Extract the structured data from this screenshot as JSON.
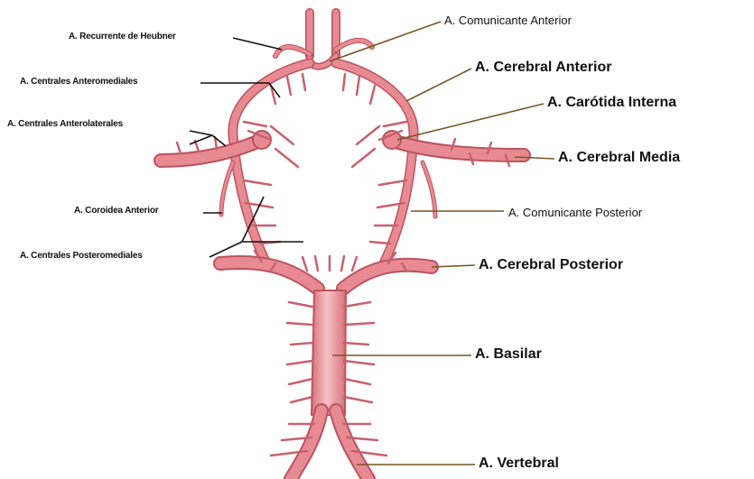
{
  "diagram": {
    "labels": {
      "recurrente_heubner": "A. Recurrente de Heubner",
      "centrales_anteromediales": "A. Centrales Anteromediales",
      "centrales_anterolaterales": "A. Centrales Anterolaterales",
      "coroidea_anterior": "A. Coroidea Anterior",
      "centrales_posteromediales": "A. Centrales Posteromediales",
      "comunicante_anterior": "A. Comunicante Anterior",
      "cerebral_anterior": "A. Cerebral Anterior",
      "carotida_interna": "A. Carótida Interna",
      "cerebral_media": "A. Cerebral Media",
      "comunicante_posterior": "A. Comunicante Posterior",
      "cerebral_posterior": "A. Cerebral Posterior",
      "basilar": "A. Basilar",
      "vertebral": "A. Vertebral"
    },
    "colors": {
      "artery_fill": "#e88a92",
      "artery_stroke": "#b9545f",
      "artery_highlight": "#f6c2c6",
      "leader_black": "#111111",
      "leader_brown": "#7a5422"
    }
  }
}
